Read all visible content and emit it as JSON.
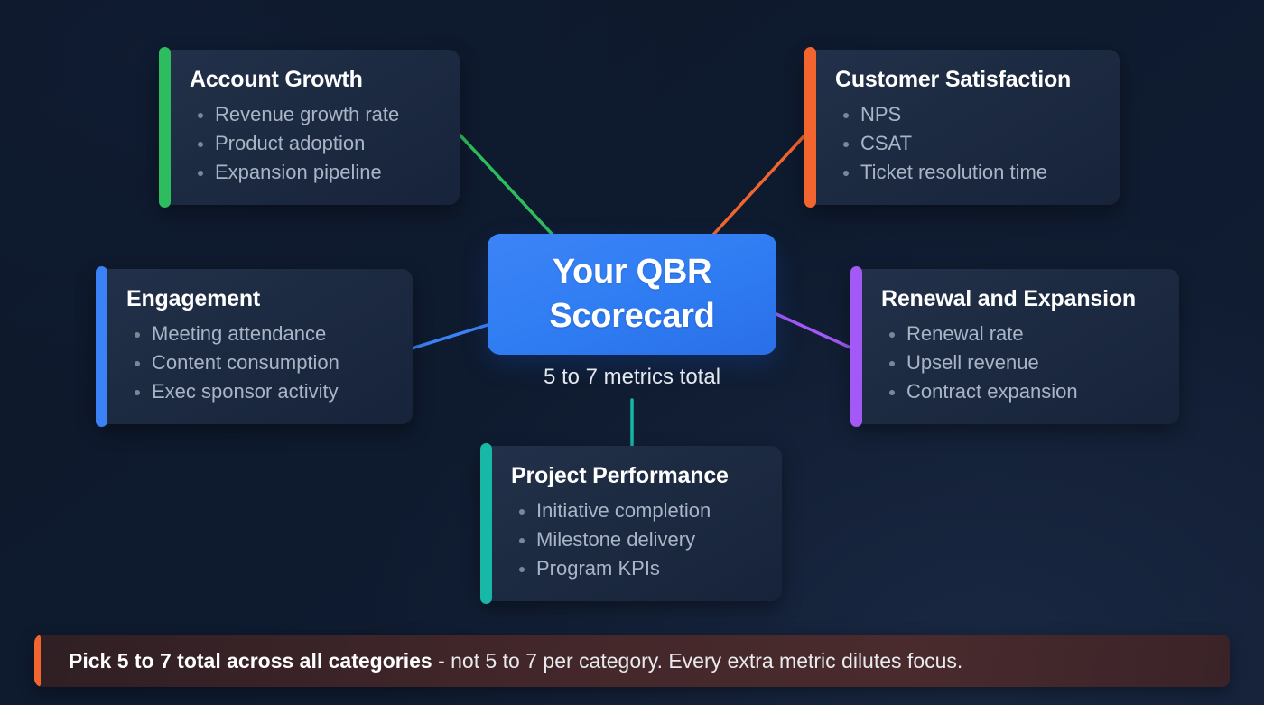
{
  "theme": {
    "background": "#0e1a2e",
    "card_background": "#1d2b42",
    "hub_color": "#2f7cf2",
    "title_color": "#ffffff",
    "body_color": "#a9b4c6",
    "banner_background": "#412629",
    "banner_accent": "#f2652e"
  },
  "hub": {
    "title_line1": "Your QBR",
    "title_line2": "Scorecard",
    "caption": "5 to 7 metrics total"
  },
  "cards": [
    {
      "id": "account-growth",
      "title": "Account Growth",
      "accent": "#2ebd5e",
      "items": [
        "Revenue growth rate",
        "Product adoption",
        "Expansion pipeline"
      ]
    },
    {
      "id": "customer-satisfaction",
      "title": "Customer Satisfaction",
      "accent": "#f2652e",
      "items": [
        "NPS",
        "CSAT",
        "Ticket resolution time"
      ]
    },
    {
      "id": "engagement",
      "title": "Engagement",
      "accent": "#3b82f6",
      "items": [
        "Meeting attendance",
        "Content consumption",
        "Exec sponsor activity"
      ]
    },
    {
      "id": "renewal-and-expansion",
      "title": "Renewal and Expansion",
      "accent": "#a259f5",
      "items": [
        "Renewal rate",
        "Upsell revenue",
        "Contract expansion"
      ]
    },
    {
      "id": "project-performance",
      "title": "Project Performance",
      "accent": "#17b8a6",
      "items": [
        "Initiative completion",
        "Milestone delivery",
        "Program KPIs"
      ]
    }
  ],
  "connectors": [
    {
      "name": "connector-account-growth",
      "color": "#2ebd5e"
    },
    {
      "name": "connector-customer-satisfaction",
      "color": "#f2652e"
    },
    {
      "name": "connector-engagement",
      "color": "#3b82f6"
    },
    {
      "name": "connector-renewal-and-expansion",
      "color": "#a259f5"
    },
    {
      "name": "connector-project-performance",
      "color": "#17b8a6"
    }
  ],
  "banner": {
    "strong_text": "Pick 5 to 7 total across all categories",
    "rest_text": " - not 5 to 7 per category. Every extra metric dilutes focus."
  }
}
